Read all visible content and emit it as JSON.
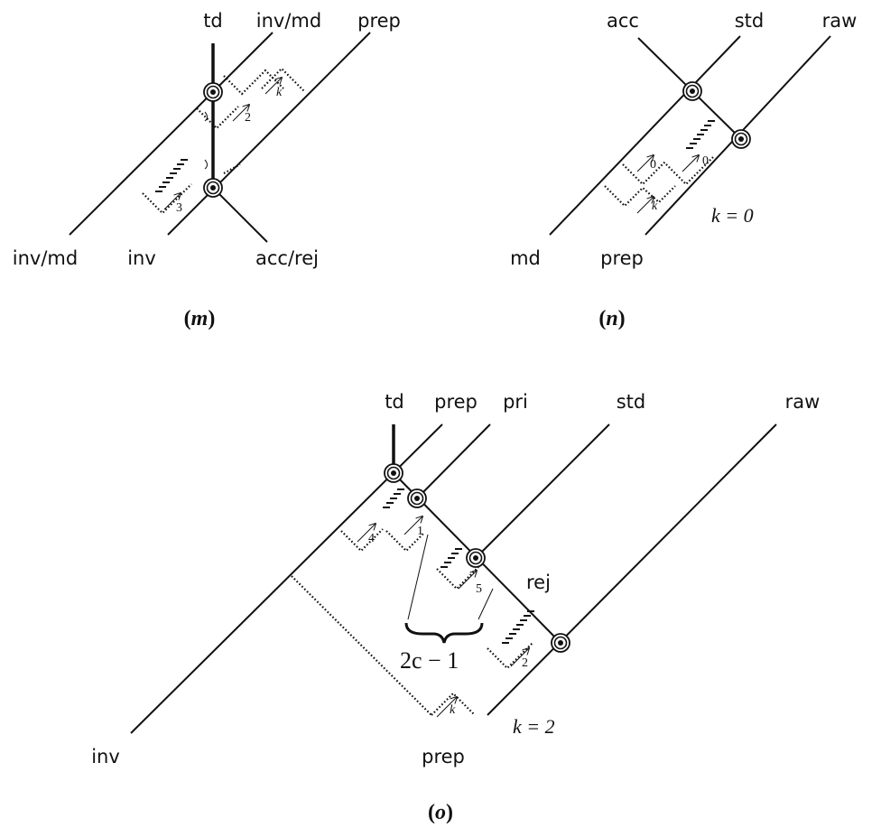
{
  "diagram_m": {
    "caption_letter": "m",
    "top_labels": [
      "td",
      "inv/md",
      "prep"
    ],
    "bottom_labels": [
      "inv/md",
      "inv",
      "acc/rej"
    ],
    "counters": [
      "k",
      "2",
      "3"
    ]
  },
  "diagram_n": {
    "caption_letter": "n",
    "top_labels": [
      "acc",
      "std",
      "raw"
    ],
    "bottom_labels": [
      "md",
      "prep"
    ],
    "counters": [
      "0",
      "0",
      "k"
    ],
    "note": "k = 0"
  },
  "diagram_o": {
    "caption_letter": "o",
    "top_labels": [
      "td",
      "prep",
      "pri",
      "std",
      "raw"
    ],
    "bottom_labels": [
      "inv",
      "prep"
    ],
    "mid_label": "rej",
    "counters": [
      "4",
      "1",
      "5",
      "2",
      "k"
    ],
    "brace_label": "2c − 1",
    "note": "k = 2"
  }
}
